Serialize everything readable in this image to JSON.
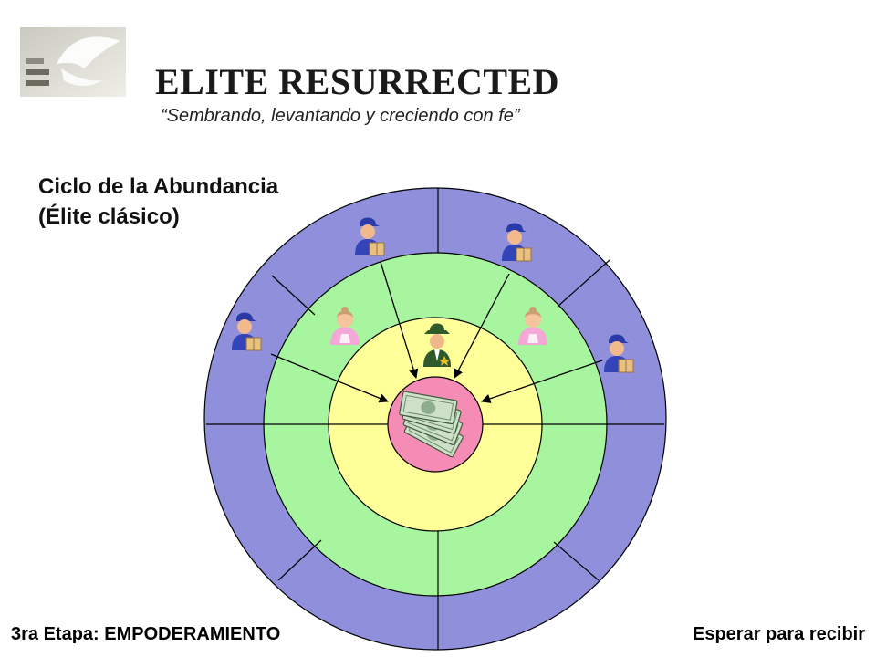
{
  "header": {
    "title": "ELITE RESURRECTED",
    "tagline": "“Sembrando, levantando y creciendo con fe”"
  },
  "diagram": {
    "title_line1": "Ciclo de la Abundancia",
    "title_line2": "(Élite clásico)",
    "rings": [
      {
        "name": "outer",
        "color": "#8f8fdc"
      },
      {
        "name": "second",
        "color": "#a8f5a0"
      },
      {
        "name": "third",
        "color": "#ffff99"
      },
      {
        "name": "center",
        "color": "#f58cb6"
      }
    ],
    "icons": {
      "outer_people": "delivery-person-icon",
      "second_people": "woman-icon",
      "third_person": "man-with-hat-icon",
      "center": "money-stack-icon"
    }
  },
  "footer": {
    "left": "3ra Etapa: EMPODERAMIENTO",
    "right": "Esperar para recibir"
  }
}
